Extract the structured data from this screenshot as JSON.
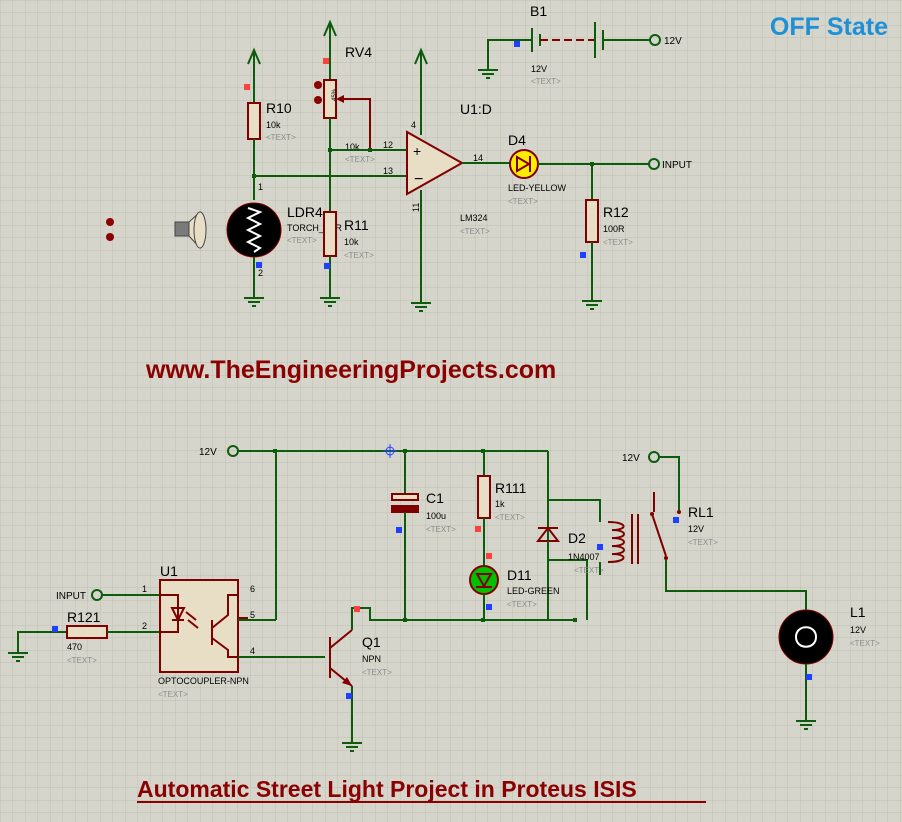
{
  "header": {
    "state": "OFF State",
    "state_color": "#1e90d6"
  },
  "watermark": {
    "text": "www.TheEngineeringProjects.com",
    "color": "#8b0000"
  },
  "footer": {
    "title": "Automatic Street Light Project in Proteus ISIS",
    "color": "#8b0000"
  },
  "colors": {
    "background": "#d5d5cb",
    "grid": "#bfbfb2",
    "wire": "#0c5c0c",
    "component": "#800000",
    "component_fill": "#e8dec6",
    "pin_red": "#ff4040",
    "pin_blue": "#2040ff",
    "led_yellow": "#ffee00",
    "led_green": "#00c000"
  },
  "placeholder": "<TEXT>",
  "top": {
    "b1": {
      "ref": "B1",
      "value": "12V",
      "terminal": "12V"
    },
    "rv4": {
      "ref": "RV4",
      "value": "10k",
      "wiper": "45%"
    },
    "r10": {
      "ref": "R10",
      "value": "10k"
    },
    "u1d": {
      "ref": "U1:D",
      "part": "LM324",
      "pin4": "4",
      "pin11": "11",
      "pin12": "12",
      "pin13": "13",
      "pin14": "14"
    },
    "d4": {
      "ref": "D4",
      "value": "LED-YELLOW"
    },
    "output": {
      "terminal": "INPUT"
    },
    "r12": {
      "ref": "R12",
      "value": "100R"
    },
    "ldr4": {
      "ref": "LDR4",
      "value": "TORCH_LDR",
      "pin1": "1",
      "pin2": "2"
    },
    "r11": {
      "ref": "R11",
      "value": "10k"
    }
  },
  "bottom": {
    "supply": {
      "terminal": "12V"
    },
    "input": {
      "terminal": "INPUT"
    },
    "r121": {
      "ref": "R121",
      "value": "470"
    },
    "u1": {
      "ref": "U1",
      "part": "OPTOCOUPLER-NPN",
      "pin1": "1",
      "pin2": "2",
      "pin4": "4",
      "pin5": "5",
      "pin6": "6"
    },
    "q1": {
      "ref": "Q1",
      "value": "NPN"
    },
    "c1": {
      "ref": "C1",
      "value": "100u"
    },
    "r111": {
      "ref": "R111",
      "value": "1k"
    },
    "d11": {
      "ref": "D11",
      "value": "LED-GREEN"
    },
    "d2": {
      "ref": "D2",
      "value": "1N4007"
    },
    "rl1": {
      "ref": "RL1",
      "value": "12V",
      "terminal": "12V"
    },
    "l1": {
      "ref": "L1",
      "value": "12V"
    }
  }
}
